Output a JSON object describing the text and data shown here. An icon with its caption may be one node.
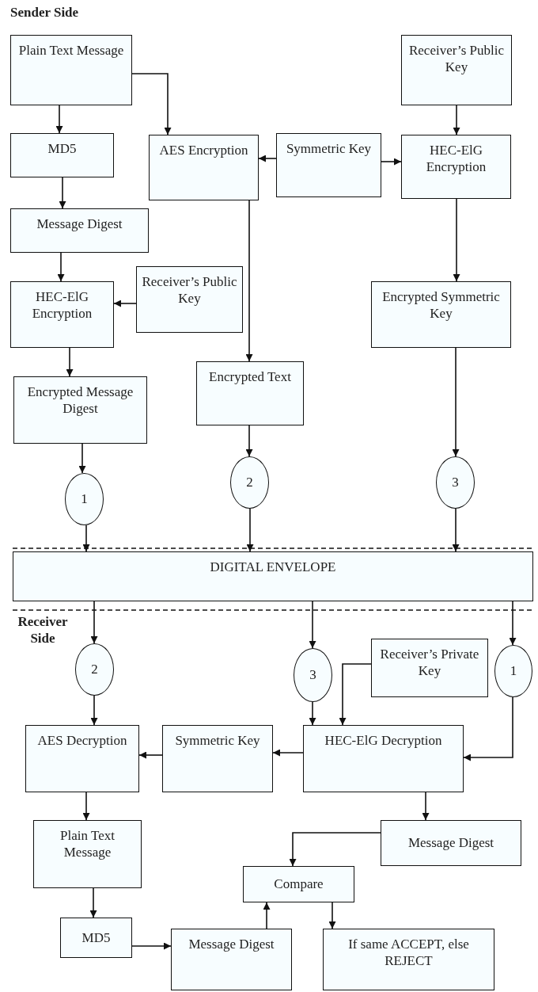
{
  "diagram": {
    "nodes": [
      {
        "text": [
          "Plain Text Message"
        ]
      },
      {
        "text": [
          "Receiver’s Public Key"
        ]
      },
      {
        "text": [
          "MD5"
        ]
      },
      {
        "text": [
          "AES Encryption"
        ]
      },
      {
        "text": [
          "Symmetric Key"
        ]
      },
      {
        "text": [
          "HEC-ElG Encryption"
        ]
      },
      {
        "text": [
          "Message Digest"
        ]
      },
      {
        "text": [
          "HEC-ElG Encryption"
        ]
      },
      {
        "text": [
          "Receiver’s Public Key"
        ]
      },
      {
        "text": [
          "Encrypted Symmetric Key"
        ]
      },
      {
        "text": [
          "Encrypted Text"
        ]
      },
      {
        "text": [
          "Encrypted Message Digest"
        ]
      },
      {
        "text": [
          "1"
        ]
      },
      {
        "text": [
          "2"
        ]
      },
      {
        "text": [
          "3"
        ]
      },
      {
        "text": [
          "DIGITAL ENVELOPE"
        ]
      },
      {
        "text": [
          "2"
        ]
      },
      {
        "text": [
          "3"
        ]
      },
      {
        "text": [
          "Receiver’s Private Key"
        ]
      },
      {
        "text": [
          "1"
        ]
      },
      {
        "text": [
          "AES Decryption"
        ]
      },
      {
        "text": [
          "Symmetric Key"
        ]
      },
      {
        "text": [
          "HEC-ElG Decryption"
        ]
      },
      {
        "text": [
          "Plain Text Message"
        ]
      },
      {
        "text": [
          "Message Digest"
        ]
      },
      {
        "text": [
          "Compare"
        ]
      },
      {
        "text": [
          "MD5"
        ]
      },
      {
        "text": [
          "Message Digest"
        ]
      },
      {
        "text": [
          "If same ACCEPT, else REJECT"
        ]
      }
    ],
    "edges": [
      {
        "from": 0,
        "to": 2,
        "arrow": "to"
      },
      {
        "from": 0,
        "to": 3,
        "arrow": "to"
      },
      {
        "from": 1,
        "to": 5,
        "arrow": "to"
      },
      {
        "from": 4,
        "to": 3,
        "arrow": "to"
      },
      {
        "from": 4,
        "to": 5,
        "arrow": "to"
      },
      {
        "from": 2,
        "to": 6,
        "arrow": "to"
      },
      {
        "from": 6,
        "to": 7,
        "arrow": "to"
      },
      {
        "from": 8,
        "to": 7,
        "arrow": "to"
      },
      {
        "from": 5,
        "to": 9,
        "arrow": "to"
      },
      {
        "from": 3,
        "to": 10,
        "arrow": "to"
      },
      {
        "from": 7,
        "to": 11,
        "arrow": "to"
      },
      {
        "from": 11,
        "to": 12,
        "arrow": "to"
      },
      {
        "from": 10,
        "to": 13,
        "arrow": "to"
      },
      {
        "from": 9,
        "to": 14,
        "arrow": "to"
      },
      {
        "from": 12,
        "to": 15,
        "arrow": "to"
      },
      {
        "from": 13,
        "to": 15,
        "arrow": "to"
      },
      {
        "from": 14,
        "to": 15,
        "arrow": "to"
      },
      {
        "from": 15,
        "to": 16,
        "arrow": "to"
      },
      {
        "from": 15,
        "to": 17,
        "arrow": "to"
      },
      {
        "from": 15,
        "to": 19,
        "arrow": "to"
      },
      {
        "from": 16,
        "to": 20,
        "arrow": "to"
      },
      {
        "from": 17,
        "to": 22,
        "arrow": "to"
      },
      {
        "from": 18,
        "to": 22,
        "arrow": "to"
      },
      {
        "from": 19,
        "to": 22,
        "arrow": "to"
      },
      {
        "from": 22,
        "to": 21,
        "arrow": "to"
      },
      {
        "from": 21,
        "to": 20,
        "arrow": "to"
      },
      {
        "from": 20,
        "to": 23,
        "arrow": "to"
      },
      {
        "from": 22,
        "to": 24,
        "arrow": "to"
      },
      {
        "from": 24,
        "to": 25,
        "arrow": "to"
      },
      {
        "from": 23,
        "to": 26,
        "arrow": "to"
      },
      {
        "from": 26,
        "to": 27,
        "arrow": "to"
      },
      {
        "from": 27,
        "to": 25,
        "arrow": "to"
      },
      {
        "from": 25,
        "to": 28,
        "arrow": "to"
      }
    ],
    "labels": [
      "Sender Side",
      "Receiver Side"
    ]
  }
}
